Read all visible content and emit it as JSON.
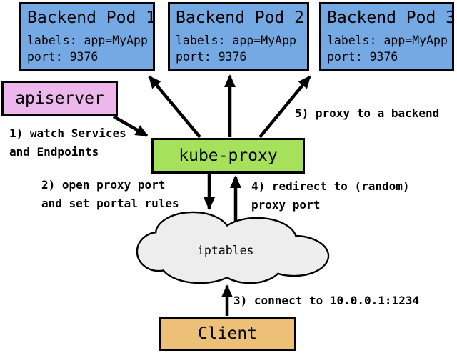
{
  "colors": {
    "pod_fill": "#74A9E4",
    "apiserver_fill": "#EDB7ED",
    "kubeproxy_fill": "#A6E15C",
    "client_fill": "#EDC077",
    "cloud_fill": "#EDEDED",
    "outline": "#000000"
  },
  "nodes": {
    "pods": [
      {
        "title": "Backend Pod 1",
        "labels_line": "labels: app=MyApp",
        "port_line": "port: 9376"
      },
      {
        "title": "Backend Pod 2",
        "labels_line": "labels: app=MyApp",
        "port_line": "port: 9376"
      },
      {
        "title": "Backend Pod 3",
        "labels_line": "labels: app=MyApp",
        "port_line": "port: 9376"
      }
    ],
    "apiserver": {
      "label": "apiserver"
    },
    "kube_proxy": {
      "label": "kube-proxy"
    },
    "iptables": {
      "label": "iptables"
    },
    "client": {
      "label": "Client"
    }
  },
  "annotations": {
    "step1": {
      "line1": "1) watch Services",
      "line2": "and Endpoints"
    },
    "step2": {
      "line1": "2) open proxy port",
      "line2": "and set portal rules"
    },
    "step3": {
      "line1": "3) connect to 10.0.0.1:1234"
    },
    "step4": {
      "line1": "4) redirect to (random)",
      "line2": "proxy port"
    },
    "step5": {
      "line1": "5) proxy to a backend"
    }
  }
}
